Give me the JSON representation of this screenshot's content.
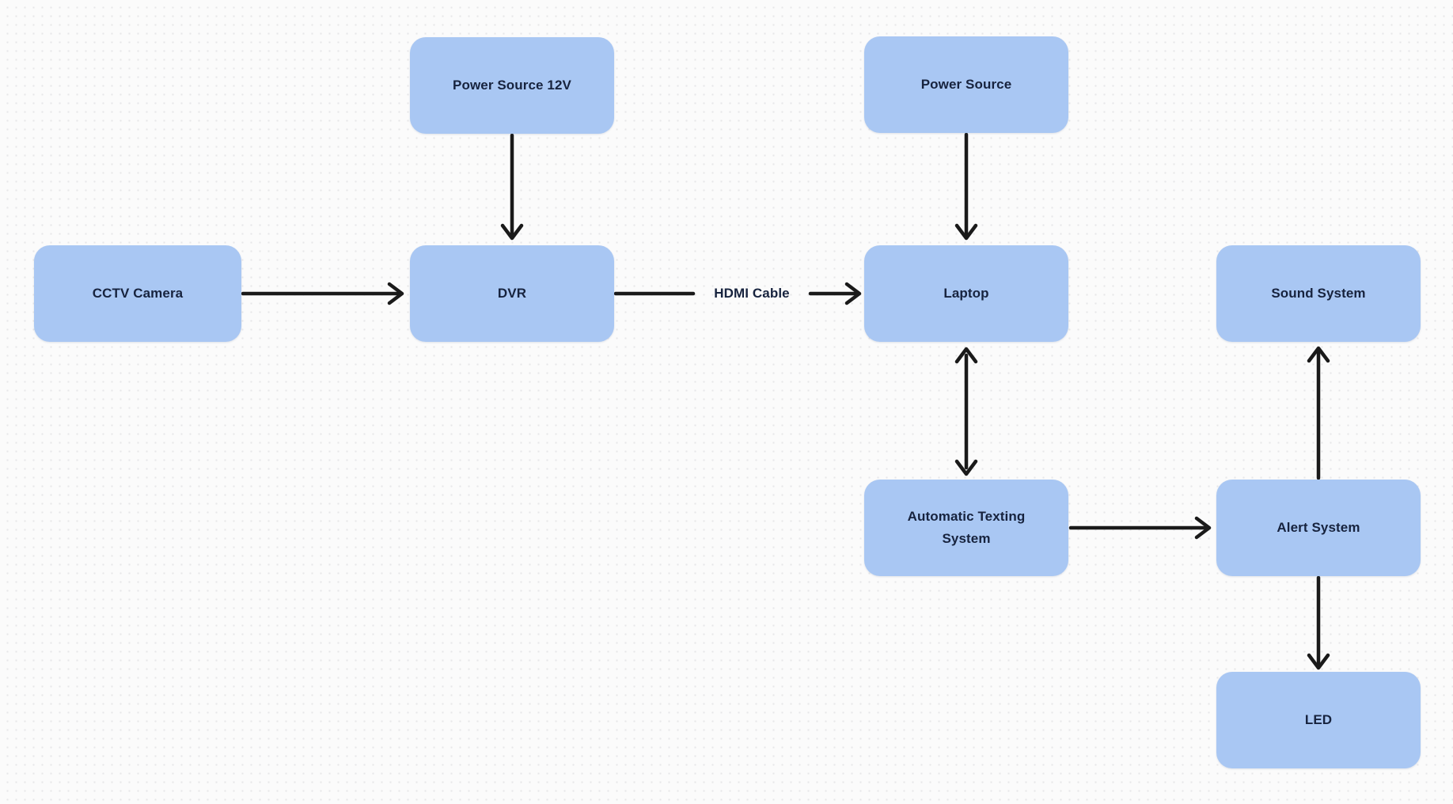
{
  "diagram": {
    "type": "flowchart",
    "colors": {
      "node_fill": "#a9c7f3",
      "node_text": "#17233e",
      "arrow": "#1a1a1a",
      "background": "#fbfbfb",
      "grid_dot": "#e7e7e9"
    },
    "nodes": [
      {
        "id": "cctv-camera",
        "label": "CCTV Camera"
      },
      {
        "id": "power-source-12v",
        "label": "Power Source 12V"
      },
      {
        "id": "dvr",
        "label": "DVR"
      },
      {
        "id": "power-source",
        "label": "Power Source"
      },
      {
        "id": "laptop",
        "label": "Laptop"
      },
      {
        "id": "sound-system",
        "label": "Sound System"
      },
      {
        "id": "automatic-texting-system",
        "label": "Automatic Texting System"
      },
      {
        "id": "alert-system",
        "label": "Alert System"
      },
      {
        "id": "led",
        "label": "LED"
      }
    ],
    "edges": [
      {
        "from": "power-source-12v",
        "to": "dvr",
        "arrows": "forward",
        "direction": "down",
        "label": ""
      },
      {
        "from": "cctv-camera",
        "to": "dvr",
        "arrows": "forward",
        "direction": "right",
        "label": ""
      },
      {
        "from": "dvr",
        "to": "laptop",
        "arrows": "forward",
        "direction": "right",
        "label": "HDMI Cable"
      },
      {
        "from": "power-source",
        "to": "laptop",
        "arrows": "forward",
        "direction": "down",
        "label": ""
      },
      {
        "from": "laptop",
        "to": "automatic-texting-system",
        "arrows": "both",
        "direction": "vertical",
        "label": ""
      },
      {
        "from": "automatic-texting-system",
        "to": "alert-system",
        "arrows": "forward",
        "direction": "right",
        "label": ""
      },
      {
        "from": "alert-system",
        "to": "sound-system",
        "arrows": "forward",
        "direction": "up",
        "label": ""
      },
      {
        "from": "alert-system",
        "to": "led",
        "arrows": "forward",
        "direction": "down",
        "label": ""
      }
    ]
  }
}
